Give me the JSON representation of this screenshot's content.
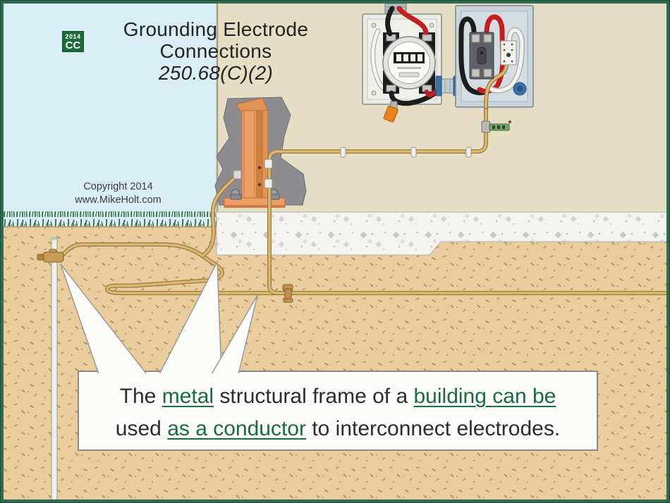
{
  "title": {
    "line1": "Grounding Electrode",
    "line2": "Connections",
    "line3": "250.68(C)(2)"
  },
  "badge": {
    "year": "2014",
    "label": "CC"
  },
  "copyright": {
    "line1": "Copyright 2014",
    "line2": "www.MikeHolt.com"
  },
  "callout": {
    "line1": [
      {
        "text": "The ",
        "link": false
      },
      {
        "text": "metal",
        "link": true
      },
      {
        "text": " structural frame of a ",
        "link": false
      },
      {
        "text": "building can be",
        "link": true
      }
    ],
    "line2": [
      {
        "text": "used ",
        "link": false
      },
      {
        "text": "as a conductor",
        "link": true
      },
      {
        "text": " to interconnect electrodes.",
        "link": false
      }
    ]
  },
  "scene_parts": {
    "left_panel": "electric utility meter enclosure",
    "right_panel": "service disconnect enclosure",
    "column": "metal structural frame (steel column)",
    "rod": "ground rod electrode",
    "conductors": "grounding electrode conductors (bare copper)",
    "device": "intersystem bonding termination"
  },
  "colors": {
    "border_green": "#2f6b51",
    "badge_green": "#1e6a3c",
    "link_green": "#1c6a3e",
    "sky": "#d9edf6",
    "wall": "#e5ddc4",
    "soil": "#e9cd9e",
    "concrete": "#f3f3f0",
    "steel_orange": "#ec9f66",
    "conductor_tan": "#dcb877",
    "cutaway_gray": "#8c8c91",
    "wire_black": "#1c1c1c",
    "wire_red": "#c22020",
    "meter_panel_gray": "#ebebe6",
    "disconnect_gray": "#c9d4da"
  }
}
